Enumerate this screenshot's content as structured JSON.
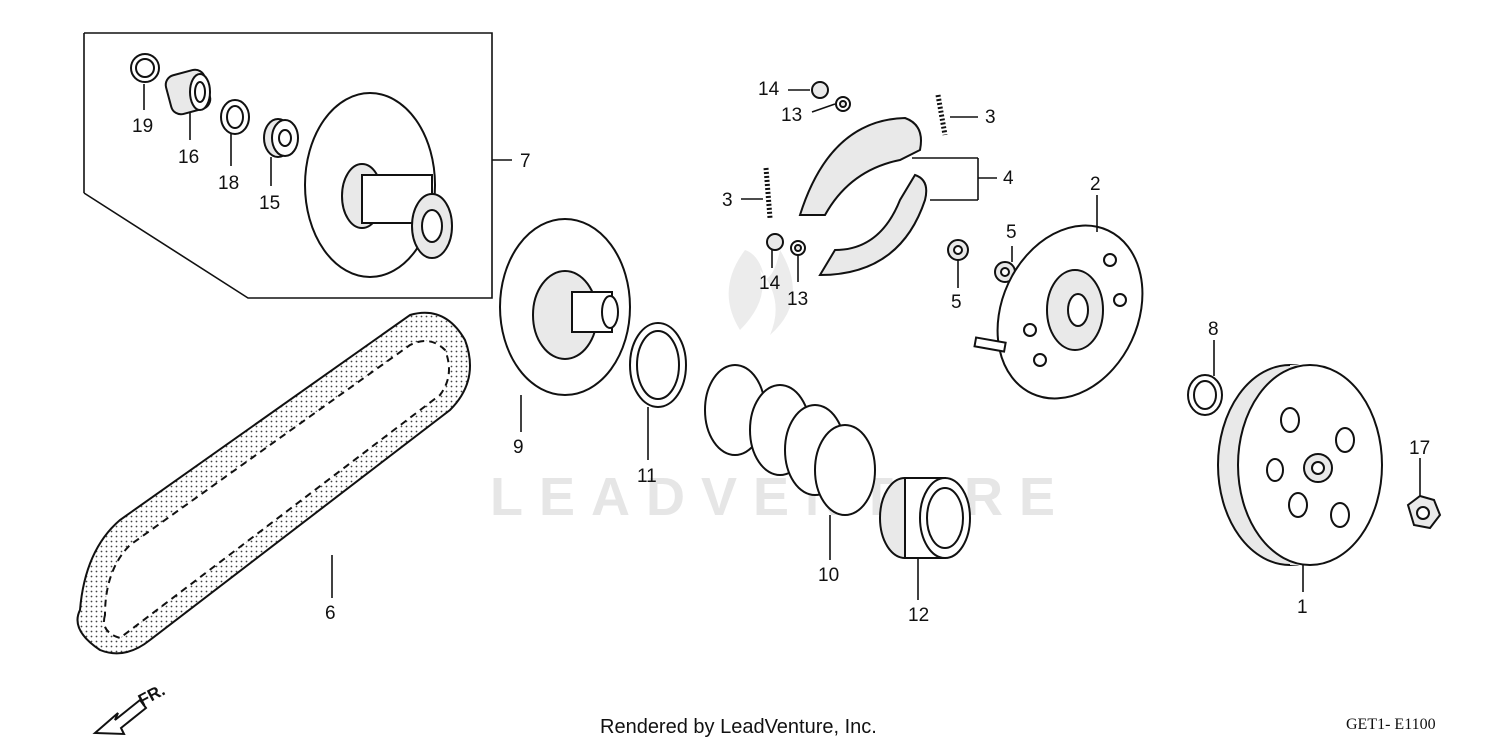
{
  "watermark": {
    "text": "LEADVENTURE"
  },
  "footer": {
    "credit": "Rendered by LeadVenture, Inc.",
    "code": "GET1- E1100"
  },
  "direction": {
    "label": "FR."
  },
  "parts": {
    "p1": "1",
    "p2": "2",
    "p3a": "3",
    "p3b": "3",
    "p4": "4",
    "p5a": "5",
    "p5b": "5",
    "p6": "6",
    "p7": "7",
    "p8": "8",
    "p9": "9",
    "p10": "10",
    "p11": "11",
    "p12": "12",
    "p13a": "13",
    "p13b": "13",
    "p14a": "14",
    "p14b": "14",
    "p15": "15",
    "p16": "16",
    "p17": "17",
    "p18": "18",
    "p19": "19"
  }
}
